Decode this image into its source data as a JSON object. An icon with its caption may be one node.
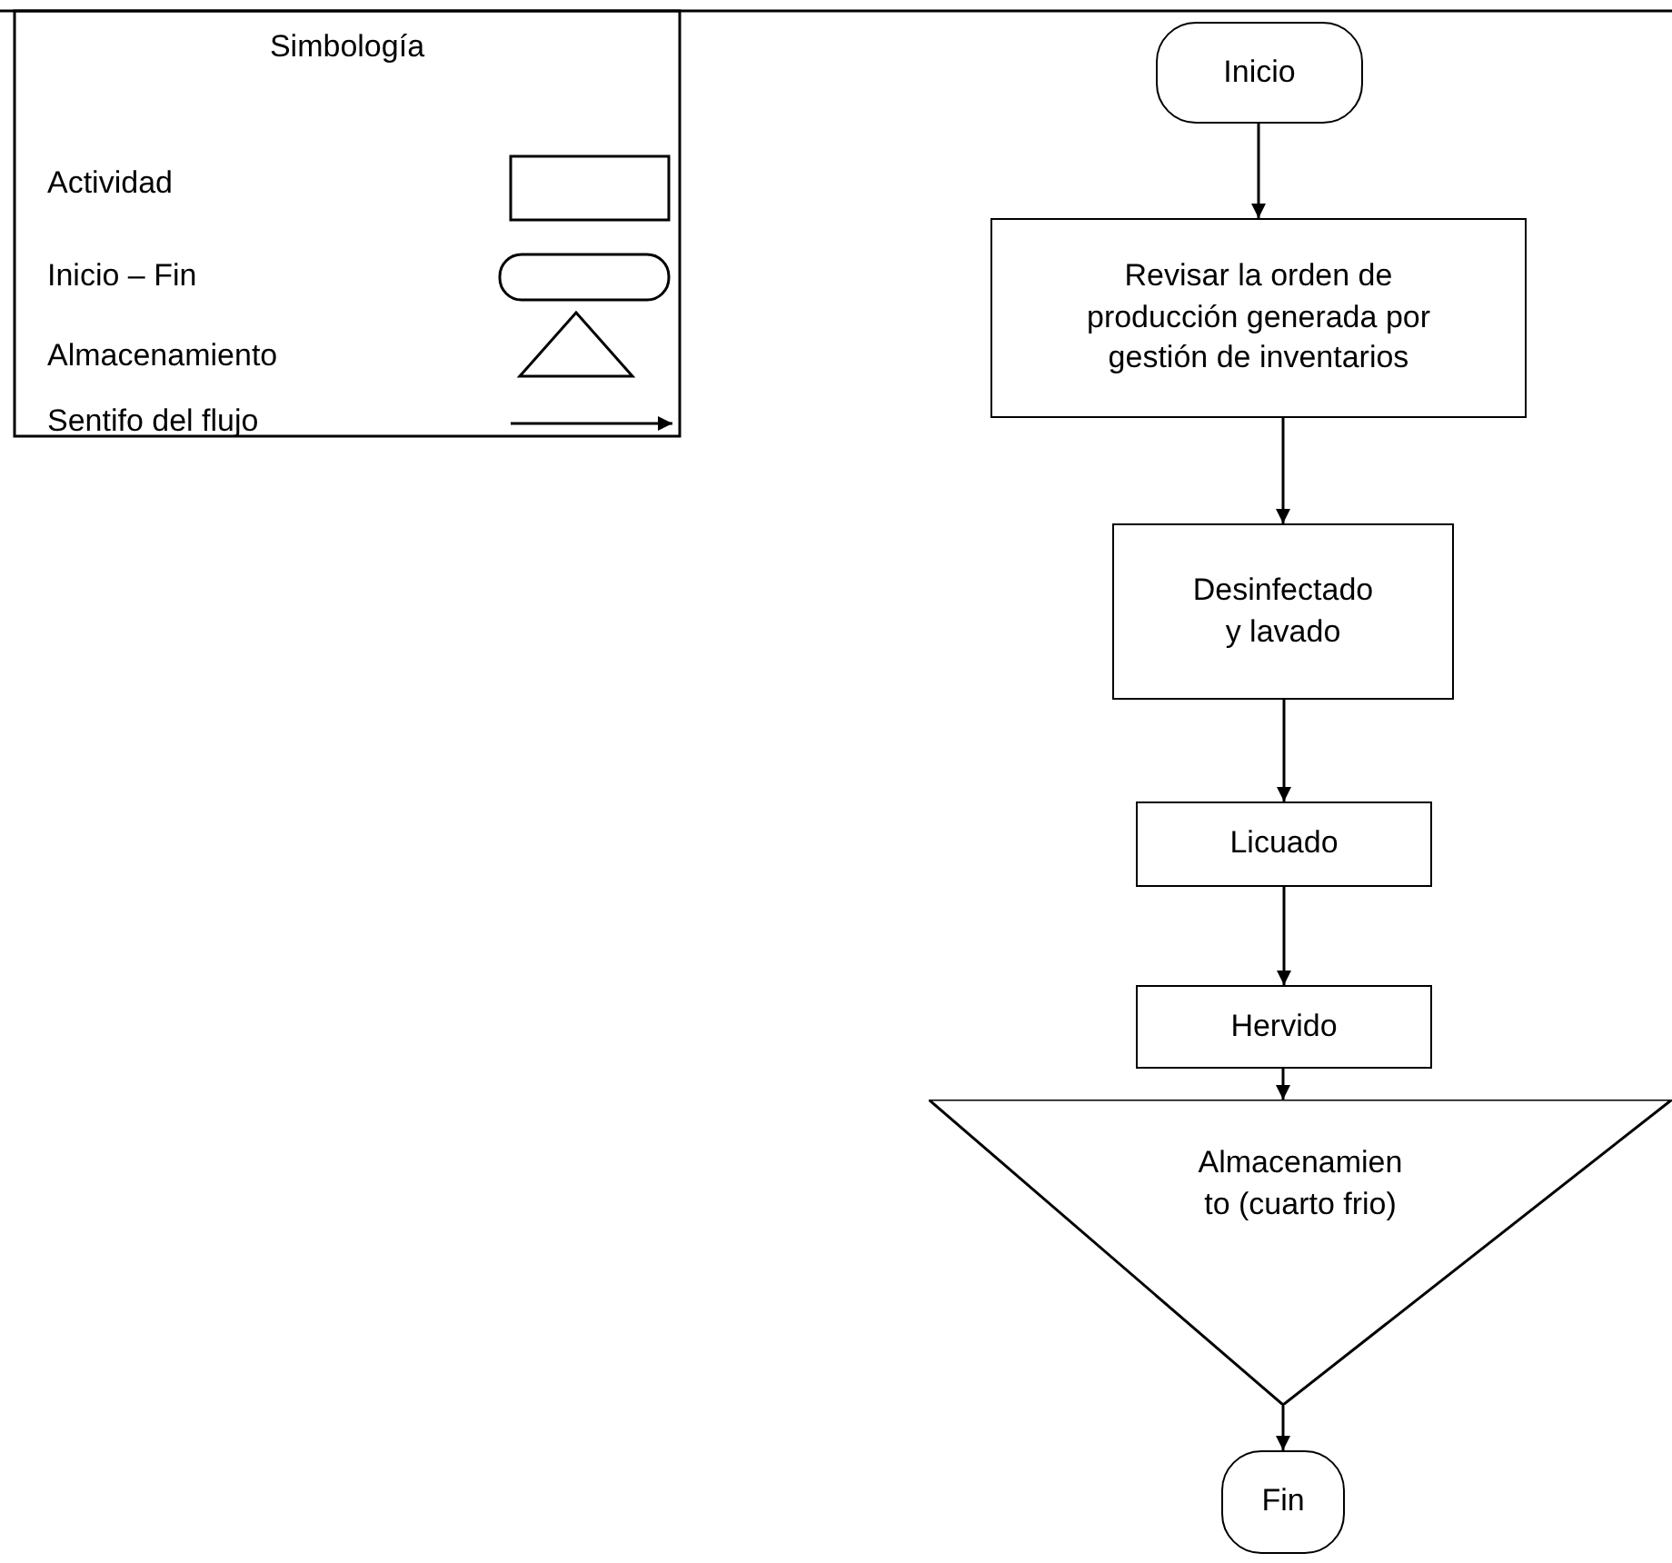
{
  "diagram": {
    "nodes": [
      {
        "text": [
          "Inicio"
        ]
      },
      {
        "text": [
          "Revisar la orden de producción generada por gestión de inventarios"
        ]
      },
      {
        "text": [
          "Desinfectado y lavado"
        ]
      },
      {
        "text": [
          "Licuado"
        ]
      },
      {
        "text": [
          "Hervido"
        ]
      },
      {
        "text": [
          "Almacenamien to (cuarto frio)"
        ]
      },
      {
        "text": [
          "Fin"
        ]
      }
    ],
    "edges": [
      {
        "from": 0,
        "to": 1,
        "arrow": "to"
      },
      {
        "from": 1,
        "to": 2,
        "arrow": "to"
      },
      {
        "from": 2,
        "to": 3,
        "arrow": "to"
      },
      {
        "from": 3,
        "to": 4,
        "arrow": "to"
      },
      {
        "from": 4,
        "to": 5,
        "arrow": "to"
      },
      {
        "from": 5,
        "to": 6,
        "arrow": "to"
      }
    ],
    "labels": [
      "Simbología"
    ],
    "legend": [
      {
        "text": "Actividad"
      },
      {
        "text": "Inicio – Fin"
      },
      {
        "text": "Almacenamiento"
      },
      {
        "text": "Sentifo del flujo"
      }
    ]
  }
}
